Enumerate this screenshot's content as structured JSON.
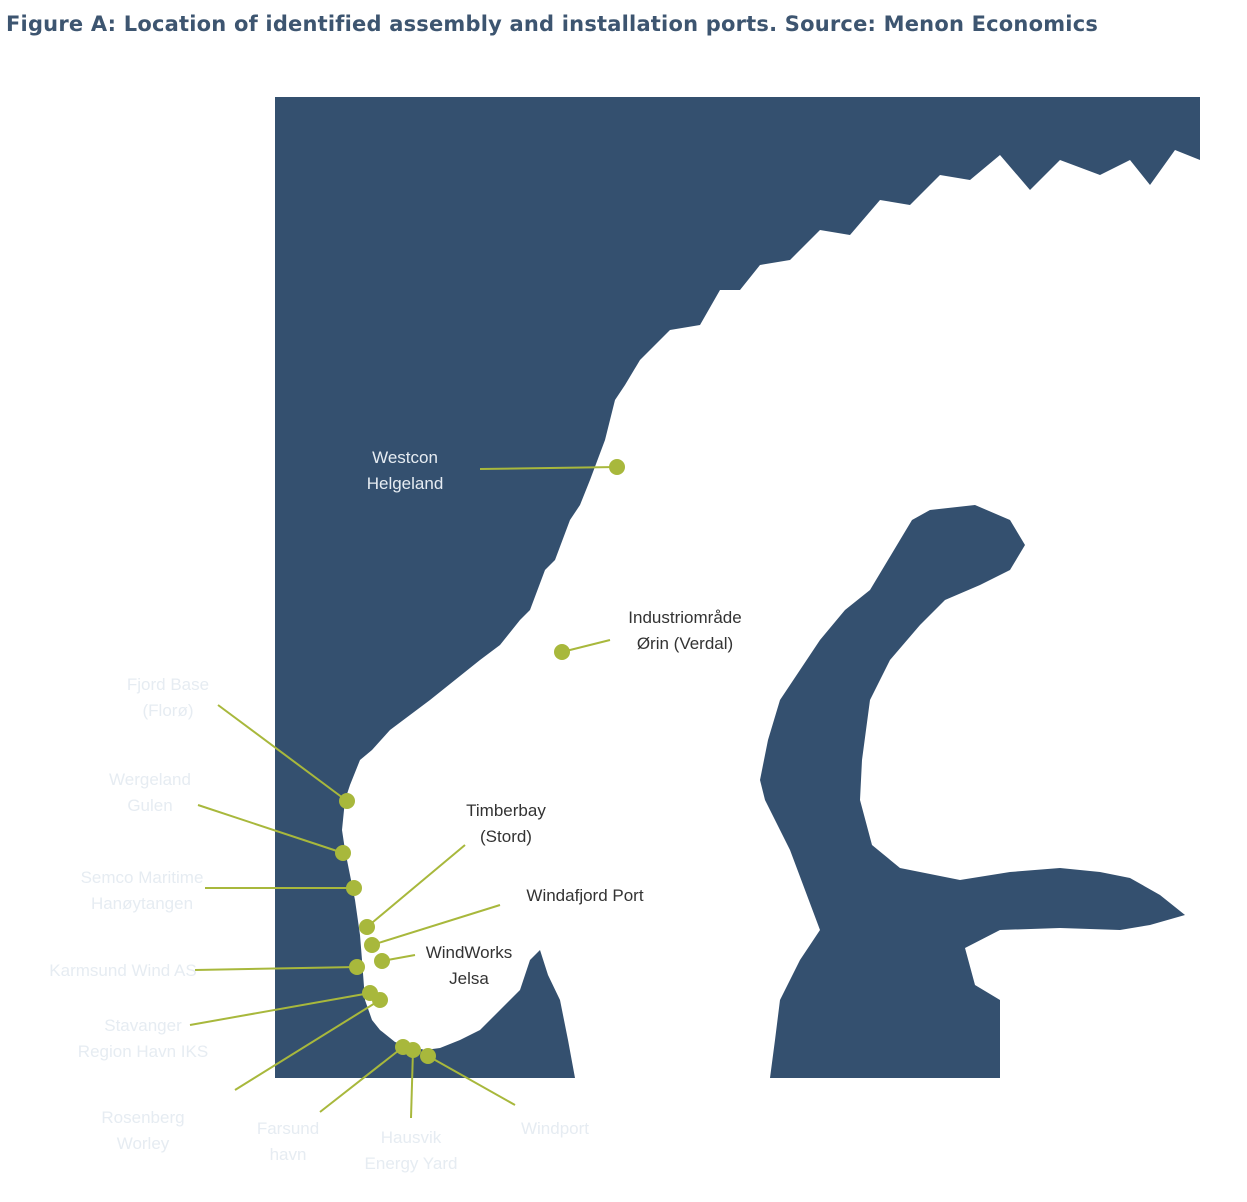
{
  "title": "Figure A: Location of identified assembly and installation ports. Source: Menon Economics",
  "colors": {
    "sea": "#34506f",
    "land": "#ffffff",
    "port": "#a8b83c",
    "label_on_sea": "#e6ecf2",
    "label_on_land": "#333333",
    "title": "#3d5570"
  },
  "ports": [
    {
      "name": "Westcon Helgeland",
      "lines": [
        "Westcon",
        "Helgeland"
      ]
    },
    {
      "name": "Industriområde Ørin (Verdal)",
      "lines": [
        "Industriområde",
        "Ørin (Verdal)"
      ]
    },
    {
      "name": "Fjord Base (Florø)",
      "lines": [
        "Fjord Base",
        "(Florø)"
      ]
    },
    {
      "name": "Wergeland Gulen",
      "lines": [
        "Wergeland",
        "Gulen"
      ]
    },
    {
      "name": "Semco Maritime Hanøytangen",
      "lines": [
        "Semco Maritime",
        "Hanøytangen"
      ]
    },
    {
      "name": "Timberbay (Stord)",
      "lines": [
        "Timberbay",
        "(Stord)"
      ]
    },
    {
      "name": "Windafjord Port",
      "lines": [
        "Windafjord Port"
      ]
    },
    {
      "name": "WindWorks Jelsa",
      "lines": [
        "WindWorks",
        "Jelsa"
      ]
    },
    {
      "name": "Karmsund Wind AS",
      "lines": [
        "Karmsund Wind AS"
      ]
    },
    {
      "name": "Stavanger Region Havn IKS",
      "lines": [
        "Stavanger",
        "Region Havn IKS"
      ]
    },
    {
      "name": "Rosenberg Worley",
      "lines": [
        "Rosenberg",
        "Worley"
      ]
    },
    {
      "name": "Farsund havn",
      "lines": [
        "Farsund",
        "havn"
      ]
    },
    {
      "name": "Hausvik Energy Yard",
      "lines": [
        "Hausvik",
        "Energy Yard"
      ]
    },
    {
      "name": "Windport",
      "lines": [
        "Windport"
      ]
    }
  ]
}
